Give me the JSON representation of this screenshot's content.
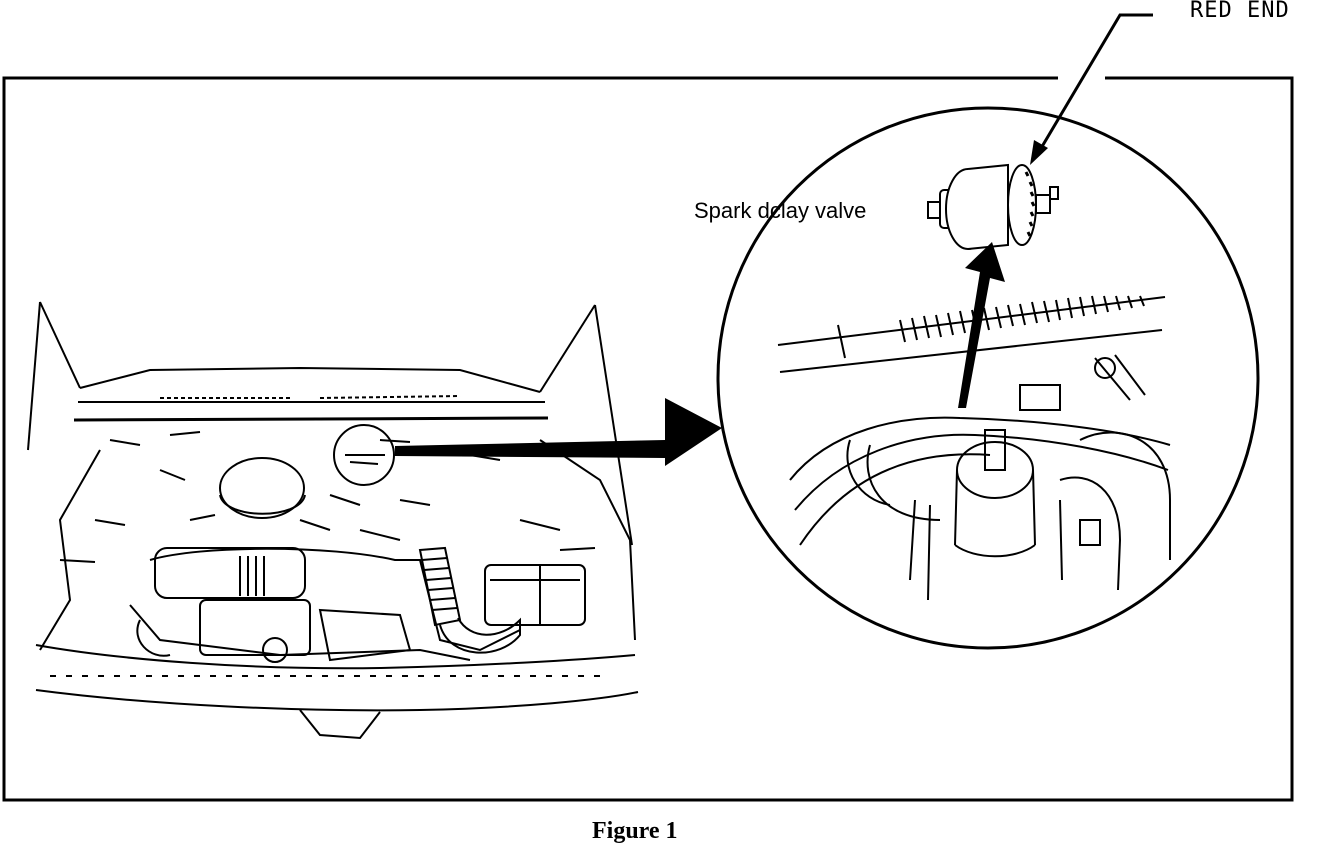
{
  "labels": {
    "red_end": "RED END",
    "spark_delay_valve": "Spark dclay valve",
    "caption": "Figure 1"
  },
  "colors": {
    "ink": "#000000",
    "paper": "#ffffff"
  }
}
